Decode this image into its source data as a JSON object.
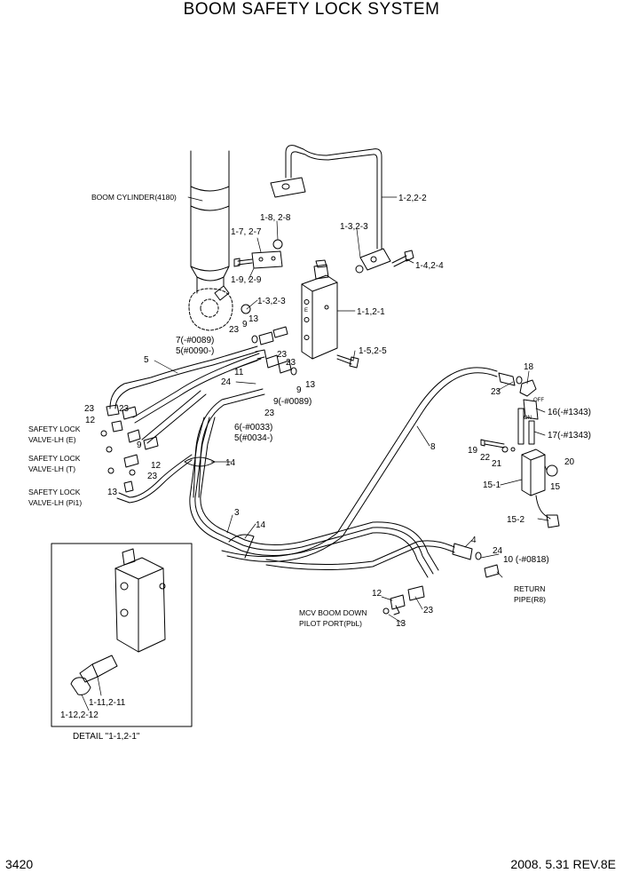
{
  "title": "BOOM SAFETY LOCK SYSTEM",
  "page_number": "3420",
  "revision": "2008. 5.31  REV.8E",
  "labels": {
    "boom_cylinder": "BOOM CYLINDER(4180)",
    "l_1_2_2_2": "1-2,2-2",
    "l_1_8_2_8": "1-8, 2-8",
    "l_1_3_2_3_top": "1-3,2-3",
    "l_1_7_2_7": "1-7, 2-7",
    "l_1_4_2_4": "1-4,2-4",
    "l_1_9_2_9": "1-9, 2-9",
    "l_1_3_2_3_mid": "1-3,2-3",
    "l_1_1_2_1": "1-1,2-1",
    "l_23_a": "23",
    "l_9_a": "9",
    "l_13_a": "13",
    "l_7": "7(-#0089)",
    "l_5_top": "5(#0090-)",
    "l_1_5_2_5": "1-5,2-5",
    "l_5": "5",
    "l_23_b": "23",
    "l_11": "11",
    "l_24_a": "24",
    "l_23_c": "23",
    "l_9_b": "9",
    "l_13_b": "13",
    "l_9_c": "9(-#0089)",
    "l_23_d": "23",
    "l_6": "6(-#0033)",
    "l_5_bot": "5(#0034-)",
    "l_18": "18",
    "l_23_e": "23",
    "l_16": "16(-#1343)",
    "l_17": "17(-#1343)",
    "l_8": "8",
    "l_19": "19",
    "l_22": "22",
    "l_21": "21",
    "l_20": "20",
    "l_15_1": "15-1",
    "l_15": "15",
    "l_15_2": "15-2",
    "l_23_f": "23",
    "l_23_g": "23",
    "l_12_a": "12",
    "sl_e_1": "SAFETY LOCK",
    "sl_e_2": "VALVE-LH (E)",
    "l_9_d": "9",
    "sl_t_1": "SAFETY LOCK",
    "sl_t_2": "VALVE-LH (T)",
    "l_12_b": "12",
    "l_23_h": "23",
    "sl_pi_1": "SAFETY LOCK",
    "sl_pi_2": "VALVE-LH (Pi1)",
    "l_13_c": "13",
    "l_14_a": "14",
    "l_3": "3",
    "l_14_b": "14",
    "l_4": "4",
    "l_24_b": "24",
    "l_10": "10 (-#0818)",
    "ret_1": "RETURN",
    "ret_2": "PIPE(R8)",
    "l_12_c": "12",
    "l_23_i": "23",
    "mcv_1": "MCV BOOM DOWN",
    "mcv_2": "PILOT PORT(PbL)",
    "l_13_d": "13",
    "l_1_11": "1-11,2-11",
    "l_1_12": "1-12,2-12",
    "detail": "DETAIL \"1-1,2-1\"",
    "sw_off": "OFF",
    "sw_on": "ON"
  }
}
